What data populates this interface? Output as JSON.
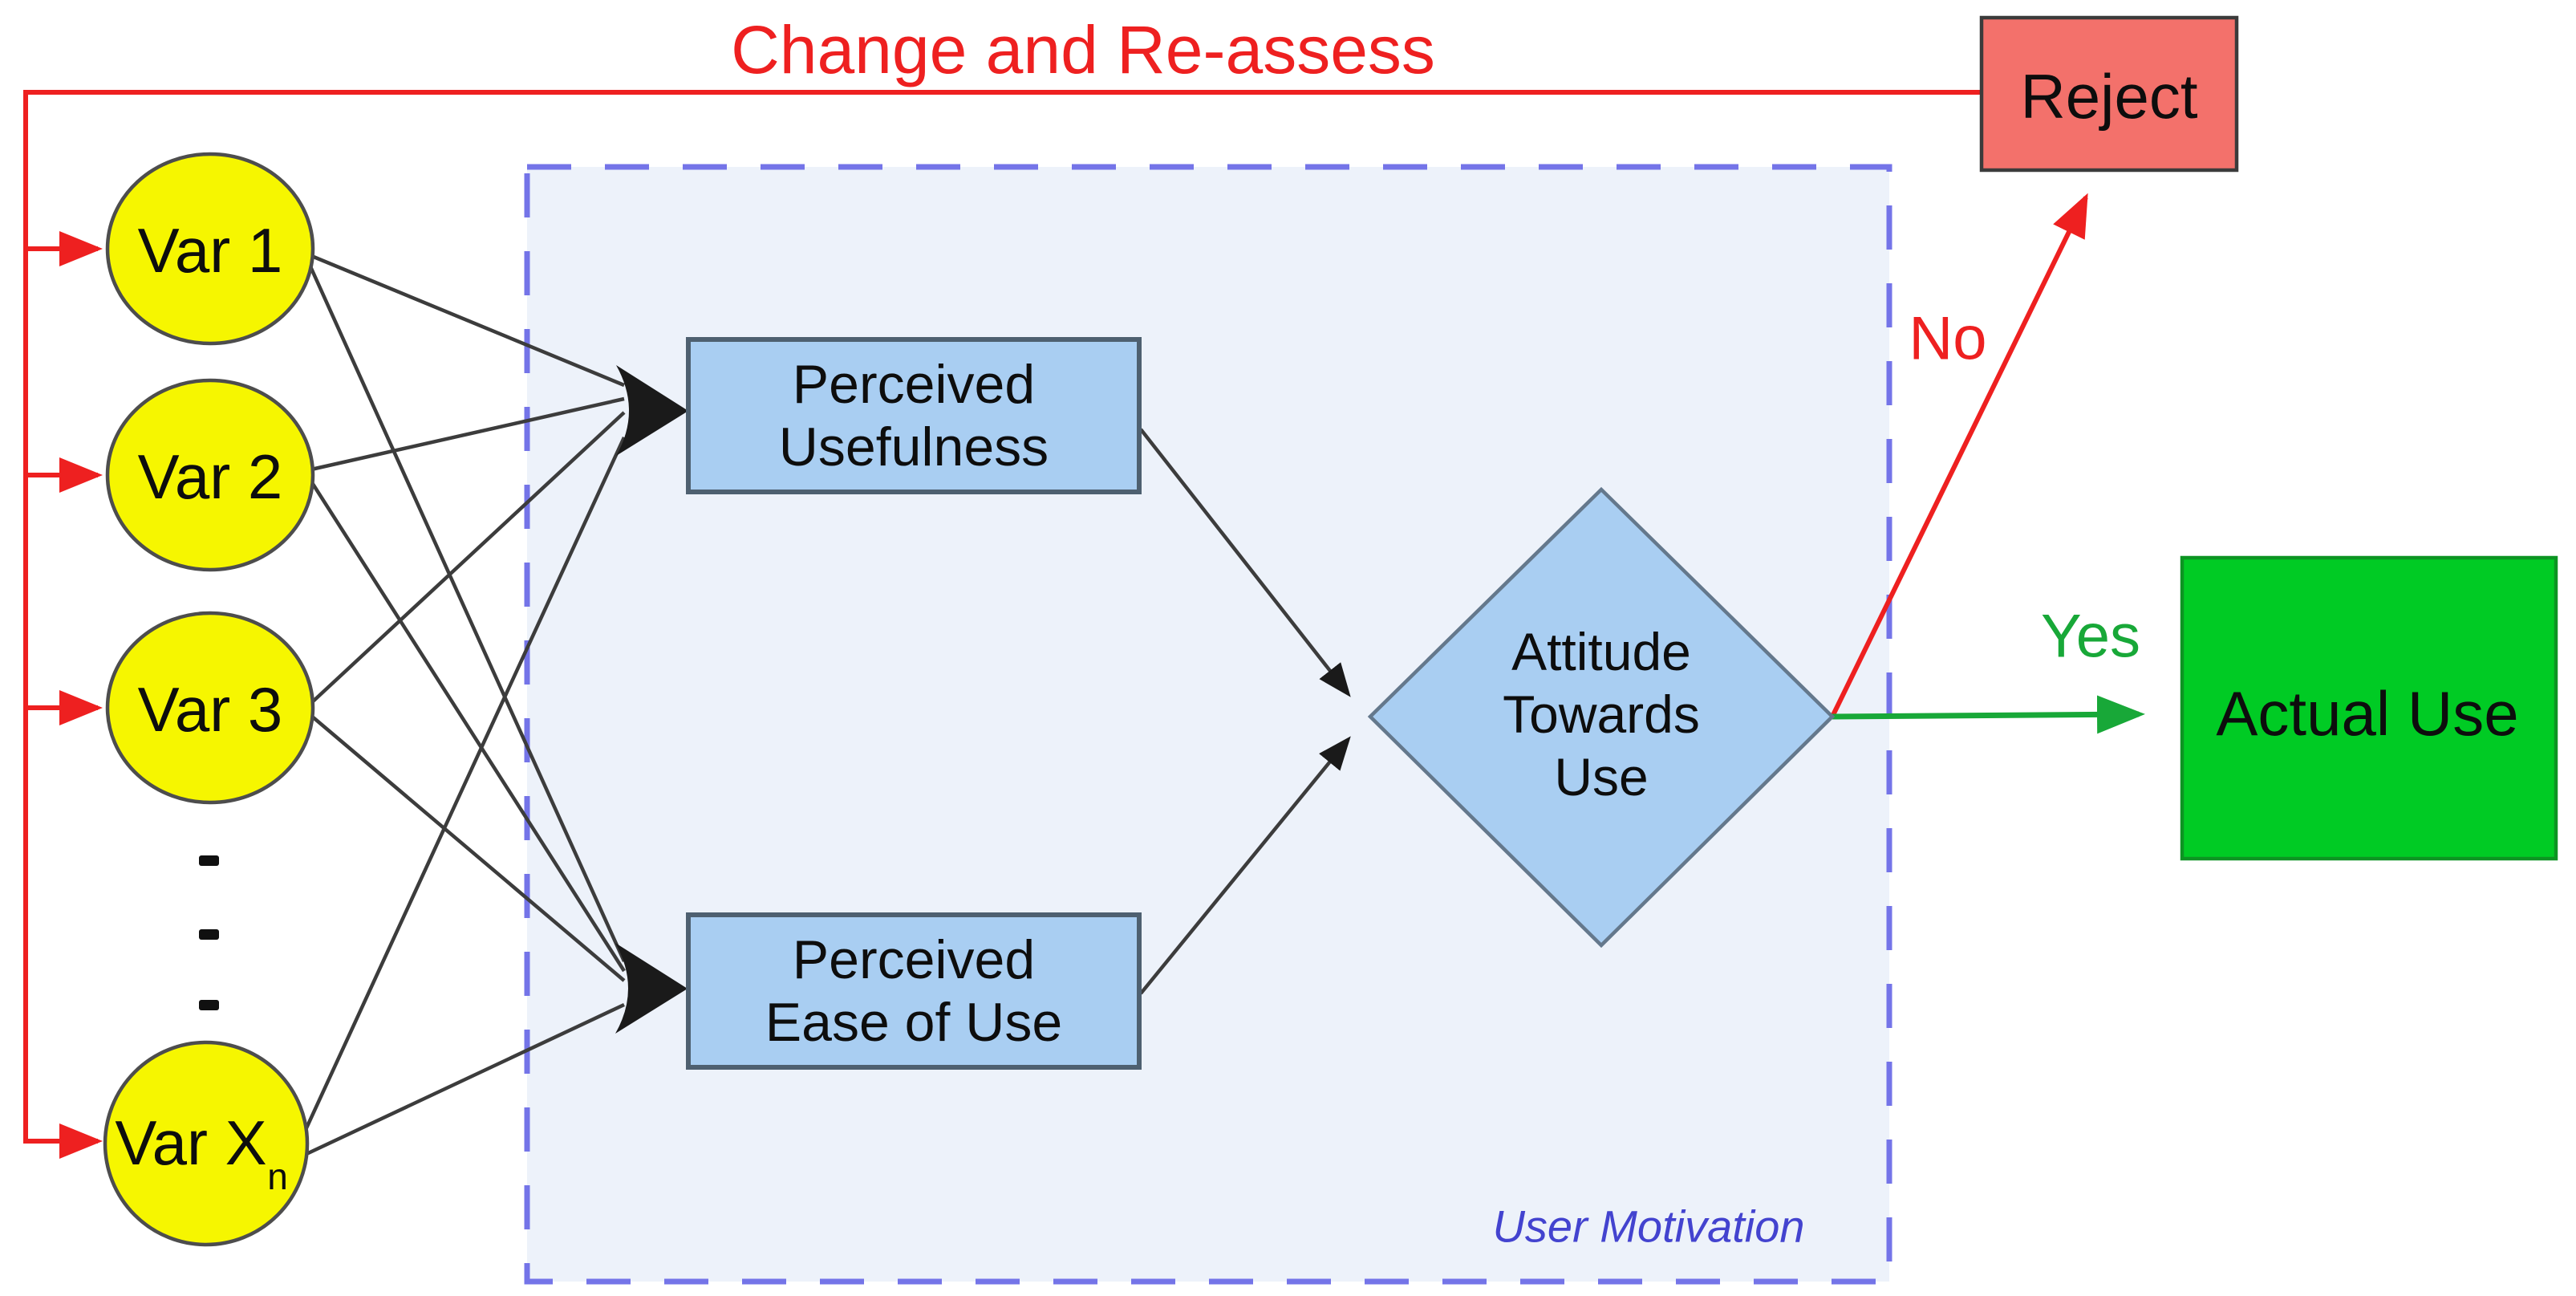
{
  "diagram": {
    "feedback": {
      "label": "Change and Re-assess"
    },
    "inputs": [
      {
        "label": "Var 1"
      },
      {
        "label": "Var 2"
      },
      {
        "label": "Var 3"
      },
      {
        "label": "Var X",
        "subscript": "n"
      }
    ],
    "region": {
      "label": "User Motivation"
    },
    "nodes": {
      "perceived_usefulness": {
        "line1": "Perceived",
        "line2": "Usefulness"
      },
      "perceived_ease_of_use": {
        "line1": "Perceived",
        "line2": "Ease of Use"
      },
      "attitude": {
        "line1": "Attitude",
        "line2": "Towards",
        "line3": "Use"
      },
      "reject": {
        "label": "Reject"
      },
      "actual_use": {
        "label": "Actual Use"
      }
    },
    "decision": {
      "no_label": "No",
      "yes_label": "Yes"
    },
    "colors": {
      "red": "#ee2020",
      "yellow": "#f6f600",
      "node_blue": "#a9cef2",
      "region_fill": "#edf2fa",
      "region_border": "#7474e8",
      "reject_fill": "#f3716b",
      "actual_use_fill": "#00cb24",
      "yes_green": "#18a838",
      "label_blue": "#4343cf"
    }
  }
}
